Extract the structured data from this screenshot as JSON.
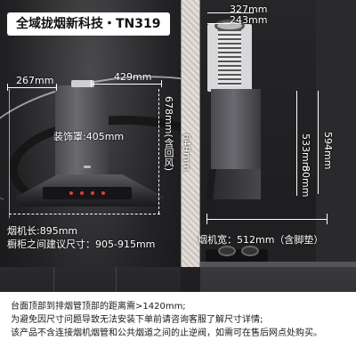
{
  "title": "全域拢烟新科技・TN319",
  "left": {
    "dim_267": "267mm",
    "dim_429": "429mm",
    "dim_678": "678mm(含回风)",
    "cover_label": "装饰罩:405mm",
    "length_label": "烟机长:895mm",
    "cabinet_label": "橱柜之间建议尺寸：905-915mm"
  },
  "wall": {
    "dim_649": "649mm"
  },
  "right": {
    "dim_327": "327mm",
    "dim_243": "243mm",
    "dim_594": "594mm",
    "dim_533": "533mm",
    "dim_80": "80mm",
    "width_label": "烟机宽：512mm（含脚垫）"
  },
  "footer": {
    "line1": "台面顶部到排烟管顶部的距离需>1420mm;",
    "line2": "为避免因尺寸问题导致无法安装下单前请咨询客服了解尺寸详情;",
    "line3": "该产品不含连接烟机烟管和公共烟道之间的止逆阀，如需可在售后网点处购买。"
  }
}
